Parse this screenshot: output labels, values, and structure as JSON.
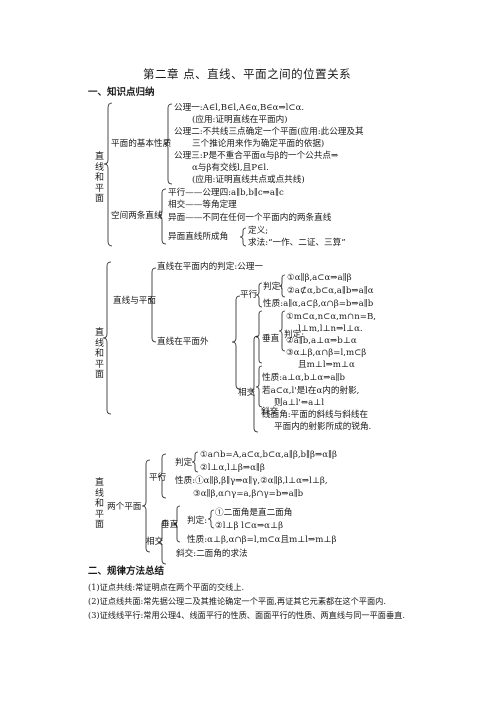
{
  "title": "第二章  点、直线、平面之间的位置关系",
  "sections": {
    "one": "一、知识点归纳",
    "two": "二、规律方法总结"
  },
  "tree1": {
    "root": "直线和平面",
    "basic": "平面的基本性质",
    "ax1": "公理一:A∈l,B∈l,A∈α,B∈α⇒l⊂α.",
    "ax1_use": "(应用:证明直线在平面内)",
    "ax2": "公理二:不共线三点确定一个平面(应用:此公理及其",
    "ax2_cont": "三个推论用来作为确定平面的依据)",
    "ax3": "公理三:P是不重合平面α与β的一个公共点⇒",
    "ax3_cont": "α与β有交线l,且P∈l.",
    "ax3_use": "(应用:证明直线共点或点共线)",
    "space": "空间两条直线",
    "parallel": "平行——公理四:a∥b,b∥c⇒a∥c",
    "intersect": "相交——等角定理",
    "skew": "异面——不同在任何一个平面内的两条直线",
    "skew_angle": "异面直线所成角",
    "def": "定义;",
    "method": "求法:“一作、二证、三算”"
  },
  "tree2": {
    "root": "直线和平面",
    "lp": "直线与平面",
    "in_plane": "直线在平面内的判定:公理一",
    "outside": "直线在平面外",
    "par": "平行",
    "judge": "判定:",
    "j1": "①α∥β,a⊂α⇒a∥β",
    "j2": "②a⊄α,b⊂α,a∥b⇒a∥α",
    "prop": "性质:a∥α,a⊂β,α∩β=b⇒a∥b",
    "perp": "垂直",
    "pj1": "①m⊂α,n⊂α,m∩n=B,",
    "pj1b": "l⊥m,l⊥n⇒l⊥α.",
    "pj2": "②a∥b,a⊥α⇒b⊥α",
    "pj3": "③α⊥β,α∩β=l,m⊂β",
    "pj3b": "且m⊥l⇒m⊥α",
    "perp_prop": "性质:a⊥α,b⊥α⇒a∥b",
    "inter": "相交",
    "oblique": "斜交",
    "o1": "若a⊂α,l'是l在α内的射影,",
    "o2": "则a⊥l'⇔a⊥l",
    "o3": "线面角:平面的斜线与斜线在",
    "o4": "平面内的射影所成的锐角."
  },
  "tree3": {
    "root": "直线和平面",
    "two": "两个平面",
    "par": "平行",
    "judge": "判定",
    "j1": "①a∩b=A,a⊂α,b⊂α,a∥β,b∥β⇒α∥β",
    "j2": "②l⊥α,l⊥β⇒α∥β",
    "p1": "性质:①α∥β,β∥γ⇒α∥γ,②α∥β,l⊥α⇒l⊥β,",
    "p2": "③α∥β,α∩γ=a,β∩γ=b⇒a∥b",
    "inter": "相交",
    "perp": "垂直",
    "pj_label": "判定:",
    "pj1": "①二面角是直二面角",
    "pj2": "②l⊥β   l⊂α⇒α⊥β",
    "pprop": "性质:α⊥β,α∩β=l,m⊂α且m⊥l⇒m⊥β",
    "dihedral": "斜交:二面角的求法"
  },
  "summary": [
    "(1)证点共线:常证明点在两个平面的交线上.",
    "(2)证点线共面:常先据公理二及其推论确定一个平面,再证其它元素都在这个平面内.",
    "(3)证线线平行:常用公理4、线面平行的性质、面面平行的性质、两直线与同一平面垂直."
  ]
}
